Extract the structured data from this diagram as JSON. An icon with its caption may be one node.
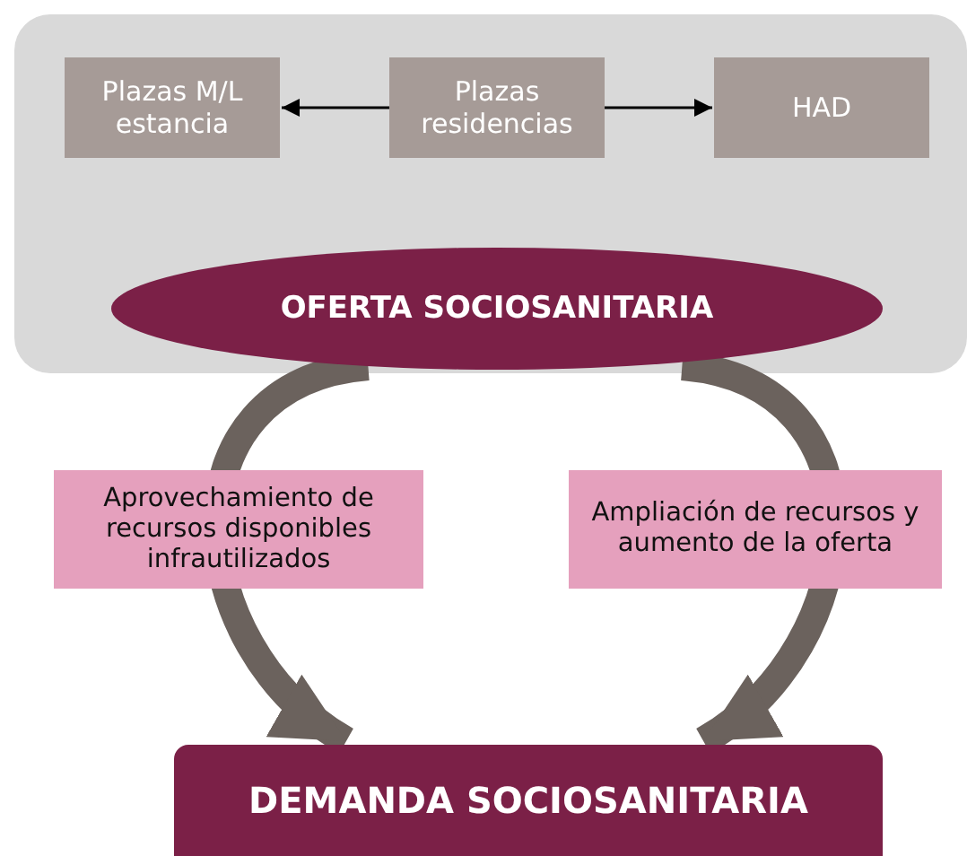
{
  "diagram": {
    "nodes": [
      {
        "text": [],
        "shape": "box"
      },
      {
        "text": [
          "Plazas M/L estancia"
        ],
        "in": 0
      },
      {
        "text": [
          "Plazas residencias"
        ],
        "in": 0
      },
      {
        "text": [
          "HAD"
        ],
        "in": 0
      },
      {
        "text": [
          "OFERTA SOCIOSANITARIA"
        ],
        "in": 0
      },
      {
        "text": [
          "DEMANDA SOCIOSANITARIA"
        ]
      }
    ],
    "edges": [
      {
        "from": 2,
        "to": 1,
        "arrow": "to"
      },
      {
        "from": 2,
        "to": 3,
        "arrow": "to"
      },
      {
        "from": 4,
        "to": 5,
        "arrow": "to",
        "label": "Aprovechamiento de recursos disponibles infrautilizados",
        "style": "thick",
        "color": "#6b625d"
      },
      {
        "from": 4,
        "to": 5,
        "arrow": "to",
        "label": "Ampliación de recursos y aumento de la oferta",
        "style": "thick",
        "color": "#6b625d"
      }
    ]
  }
}
